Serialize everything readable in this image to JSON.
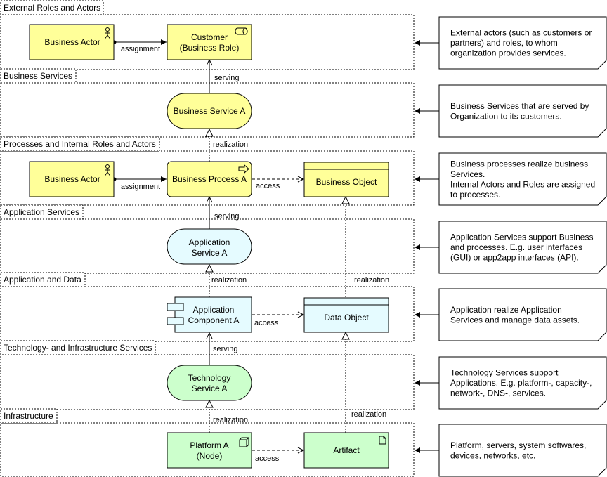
{
  "lanes": [
    {
      "label": "External Roles and Actors"
    },
    {
      "label": "Business Services"
    },
    {
      "label": "Processes and Internal Roles and Actors"
    },
    {
      "label": "Application Services"
    },
    {
      "label": "Application and Data"
    },
    {
      "label": "Technology- and Infrastructure Services"
    },
    {
      "label": "Infrastructure"
    }
  ],
  "nodes": {
    "actor1": {
      "label": "Business Actor"
    },
    "customer": {
      "line1": "Customer",
      "line2": "(Business Role)"
    },
    "bservice": {
      "label": "Business Service A"
    },
    "actor2": {
      "label": "Business Actor"
    },
    "bprocess": {
      "label": "Business Process A"
    },
    "bobject": {
      "label": "Business Object"
    },
    "aservice": {
      "line1": "Application",
      "line2": "Service A"
    },
    "acomponent": {
      "line1": "Application",
      "line2": "Component A"
    },
    "dataobject": {
      "label": "Data Object"
    },
    "tservice": {
      "line1": "Technology",
      "line2": "Service A"
    },
    "platform": {
      "line1": "Platform A",
      "line2": "(Node)"
    },
    "artifact": {
      "label": "Artifact"
    }
  },
  "edges": {
    "assignment1": "assignment",
    "serving1": "serving",
    "realization1": "realization",
    "assignment2": "assignment",
    "access1": "access",
    "serving2": "serving",
    "realization2": "realization",
    "realization3": "realization",
    "access2": "access",
    "serving3": "serving",
    "realization4": "realization",
    "realization5": "realization",
    "access3": "access"
  },
  "notes": [
    {
      "lines": [
        "External actors (such as customers or",
        "partners) and roles, to whom",
        "organization provides services."
      ]
    },
    {
      "lines": [
        "Business Services that are served by",
        "Organization to its customers."
      ]
    },
    {
      "lines": [
        "Business processes realize business",
        "Services.",
        "Internal Actors and Roles are assigned",
        "to processes."
      ]
    },
    {
      "lines": [
        "Application Services support Business",
        "and processes. E.g. user interfaces",
        "(GUI) or app2app interfaces (API)."
      ]
    },
    {
      "lines": [
        "Application realize Application",
        "Services and manage data assets."
      ]
    },
    {
      "lines": [
        "Technology Services support",
        "Applications. E.g. platform-, capacity-,",
        "network-, DNS-, services."
      ]
    },
    {
      "lines": [
        "Platform, servers, system softwares,",
        "devices, networks, etc."
      ]
    }
  ],
  "colors": {
    "business": "#ffff99",
    "application": "#e5fbff",
    "technology": "#ccffcc"
  }
}
